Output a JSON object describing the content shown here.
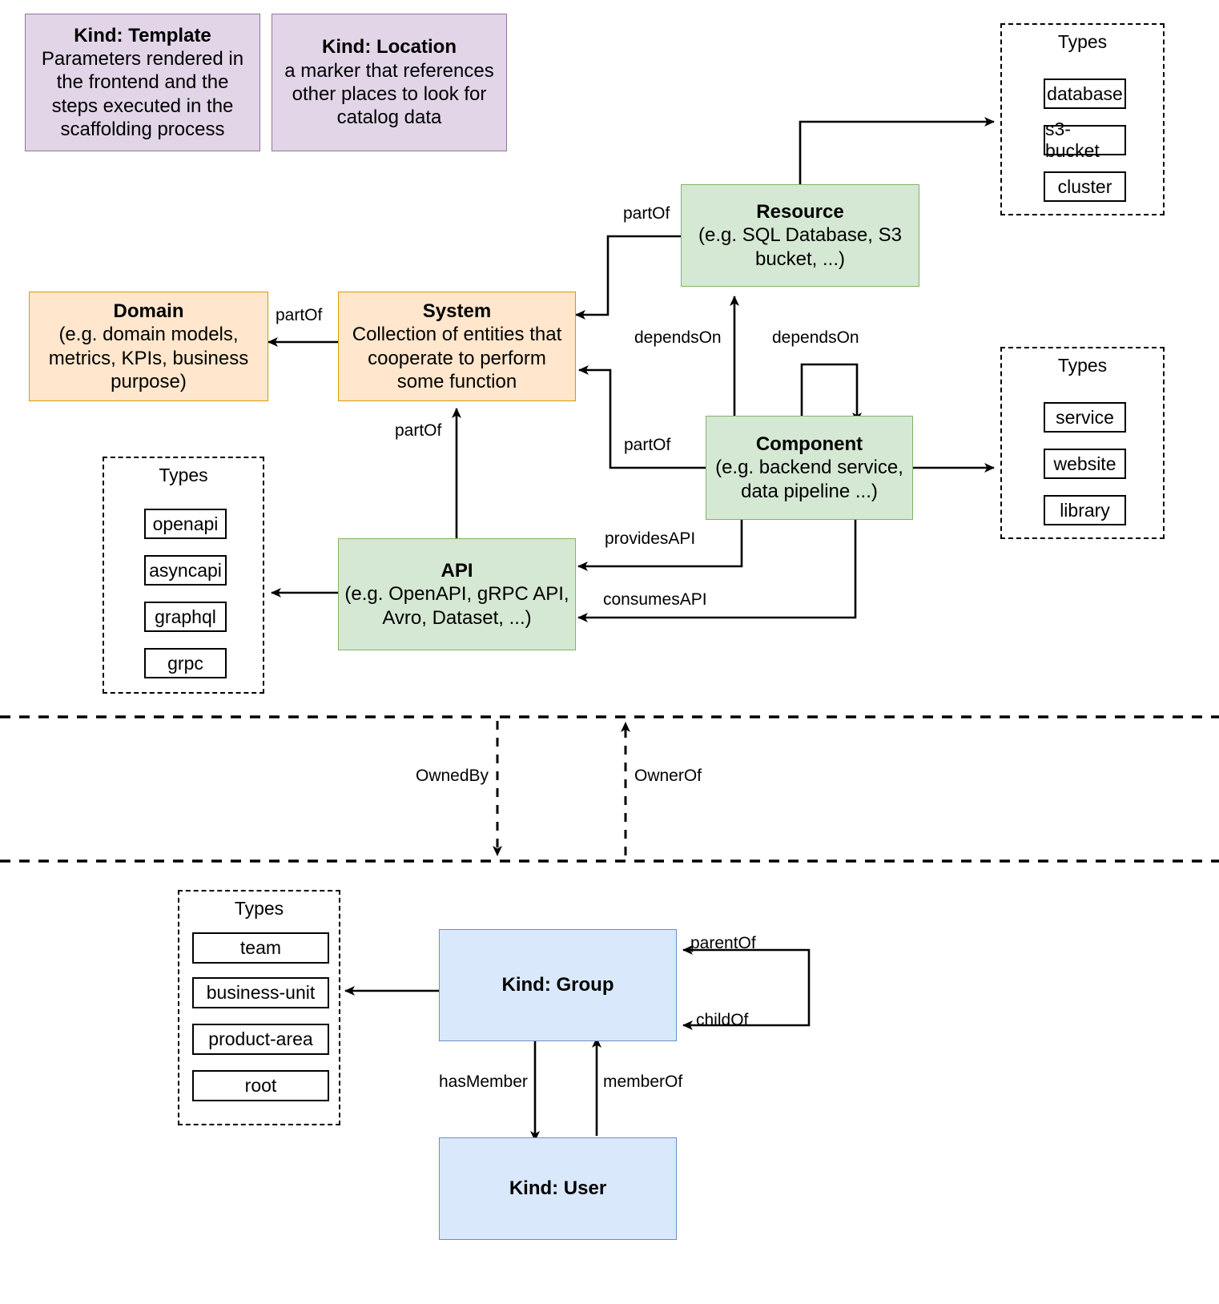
{
  "diagram": {
    "title": "Backstage catalog entity kinds and relations",
    "colors": {
      "purple_fill": "#e1d5e7",
      "purple_stroke": "#9673a6",
      "green_fill": "#d5e8d4",
      "green_stroke": "#82b366",
      "orange_fill": "#ffe6cc",
      "orange_stroke": "#d79b00",
      "blue_fill": "#dae8fc",
      "blue_stroke": "#6c8ebf",
      "line": "#000000"
    }
  },
  "nodes": {
    "template": {
      "title": "Kind: Template",
      "desc": "Parameters rendered in the frontend and the steps executed in  the scaffolding process"
    },
    "location": {
      "title": "Kind: Location",
      "desc": "a marker that references other places to look for catalog data"
    },
    "resource": {
      "title": "Resource",
      "desc": "(e.g. SQL Database, S3 bucket, ...)"
    },
    "domain": {
      "title": "Domain",
      "desc": "(e.g.  domain models, metrics, KPIs, business purpose)"
    },
    "system": {
      "title": "System",
      "desc": "Collection of entities that cooperate to perform some function"
    },
    "component": {
      "title": "Component",
      "desc": "(e.g. backend service, data pipeline ...)"
    },
    "api": {
      "title": "API",
      "desc": "(e.g. OpenAPI, gRPC API, Avro, Dataset, ...)"
    },
    "group": {
      "title": "Kind: Group",
      "desc": ""
    },
    "user": {
      "title": "Kind: User",
      "desc": ""
    }
  },
  "type_groups": {
    "resource_types": {
      "label": "Types",
      "items": [
        "database",
        "s3-bucket",
        "cluster"
      ]
    },
    "component_types": {
      "label": "Types",
      "items": [
        "service",
        "website",
        "library"
      ]
    },
    "api_types": {
      "label": "Types",
      "items": [
        "openapi",
        "asyncapi",
        "graphql",
        "grpc"
      ]
    },
    "group_types": {
      "label": "Types",
      "items": [
        "team",
        "business-unit",
        "product-area",
        "root"
      ]
    }
  },
  "edge_labels": {
    "resource_partof_system": "partOf",
    "system_partof_domain": "partOf",
    "component_dependson_resource": "dependsOn",
    "component_dependson_self": "dependsOn",
    "component_partof_system": "partOf",
    "api_partof_system": "partOf",
    "component_providesapi": "providesAPI",
    "component_consumesapi": "consumesAPI",
    "owned_by": "OwnedBy",
    "owner_of": "OwnerOf",
    "group_parentof": "parentOf",
    "group_childof": "childOf",
    "group_hasmember": "hasMember",
    "user_memberof": "memberOf"
  }
}
